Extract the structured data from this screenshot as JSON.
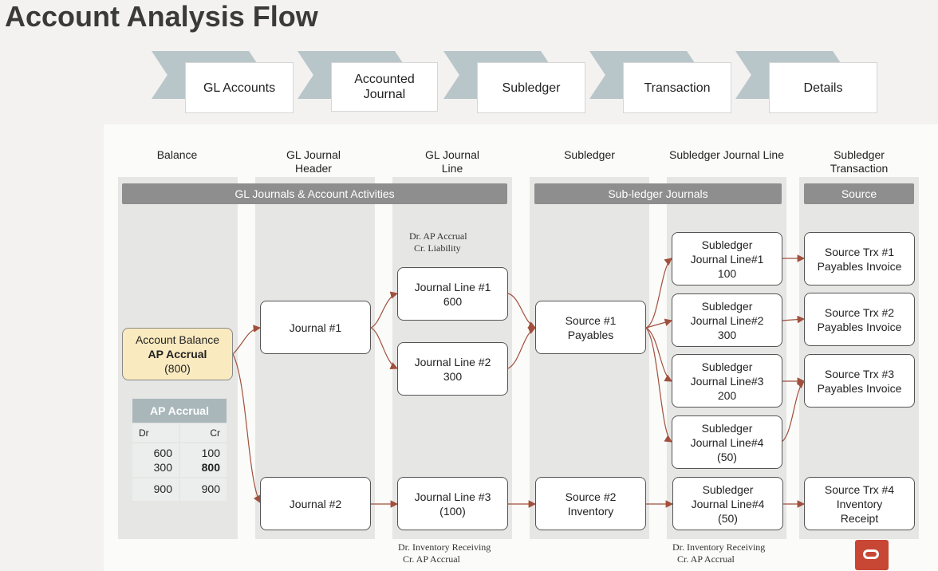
{
  "title": "Account Analysis Flow",
  "steps": [
    "GL Accounts",
    "Accounted Journal",
    "Subledger",
    "Transaction",
    "Details"
  ],
  "column_headers": [
    "Balance",
    "GL Journal Header",
    "GL Journal Line",
    "Subledger",
    "Subledger Journal Line",
    "Subledger Transaction"
  ],
  "bands": [
    "GL Journals & Account Activities",
    "Sub-ledger Journals",
    "Source"
  ],
  "notes": {
    "top": [
      "Dr. AP Accrual",
      "Cr. Liability"
    ],
    "bottom_left": [
      "Dr. Inventory Receiving",
      "Cr. AP Accrual"
    ],
    "bottom_right": [
      "Dr. Inventory Receiving",
      "Cr. AP Accrual"
    ]
  },
  "nodes": {
    "account_balance": {
      "line1": "Account Balance",
      "line2": "AP Accrual",
      "line3": "(800)"
    },
    "journal1": "Journal #1",
    "journal2": "Journal #2",
    "jl1": {
      "line1": "Journal Line #1",
      "line2": "600"
    },
    "jl2": {
      "line1": "Journal Line #2",
      "line2": "300"
    },
    "jl3": {
      "line1": "Journal Line #3",
      "line2": "(100)"
    },
    "src1": {
      "line1": "Source #1",
      "line2": "Payables"
    },
    "src2": {
      "line1": "Source #2",
      "line2": "Inventory"
    },
    "sjl1": {
      "line1": "Subledger",
      "line2": "Journal Line#1",
      "line3": "100"
    },
    "sjl2": {
      "line1": "Subledger",
      "line2": "Journal Line#2",
      "line3": "300"
    },
    "sjl3": {
      "line1": "Subledger",
      "line2": "Journal Line#3",
      "line3": "200"
    },
    "sjl4a": {
      "line1": "Subledger",
      "line2": "Journal Line#4",
      "line3": "(50)"
    },
    "sjl4b": {
      "line1": "Subledger",
      "line2": "Journal Line#4",
      "line3": "(50)"
    },
    "trx1": {
      "line1": "Source Trx #1",
      "line2": "Payables Invoice"
    },
    "trx2": {
      "line1": "Source Trx #2",
      "line2": "Payables Invoice"
    },
    "trx3": {
      "line1": "Source Trx #3",
      "line2": "Payables Invoice"
    },
    "trx4": {
      "line1": "Source Trx #4",
      "line2": "Inventory",
      "line3": "Receipt"
    }
  },
  "t_account": {
    "title": "AP Accrual",
    "dr_label": "Dr",
    "cr_label": "Cr",
    "dr_values": [
      "600",
      "300"
    ],
    "cr_values": [
      "100",
      "800"
    ],
    "dr_total": "900",
    "cr_total": "900"
  },
  "colors": {
    "link": "#a0503c",
    "highlight_box": "#faeac0",
    "band": "#8e8e8e"
  }
}
